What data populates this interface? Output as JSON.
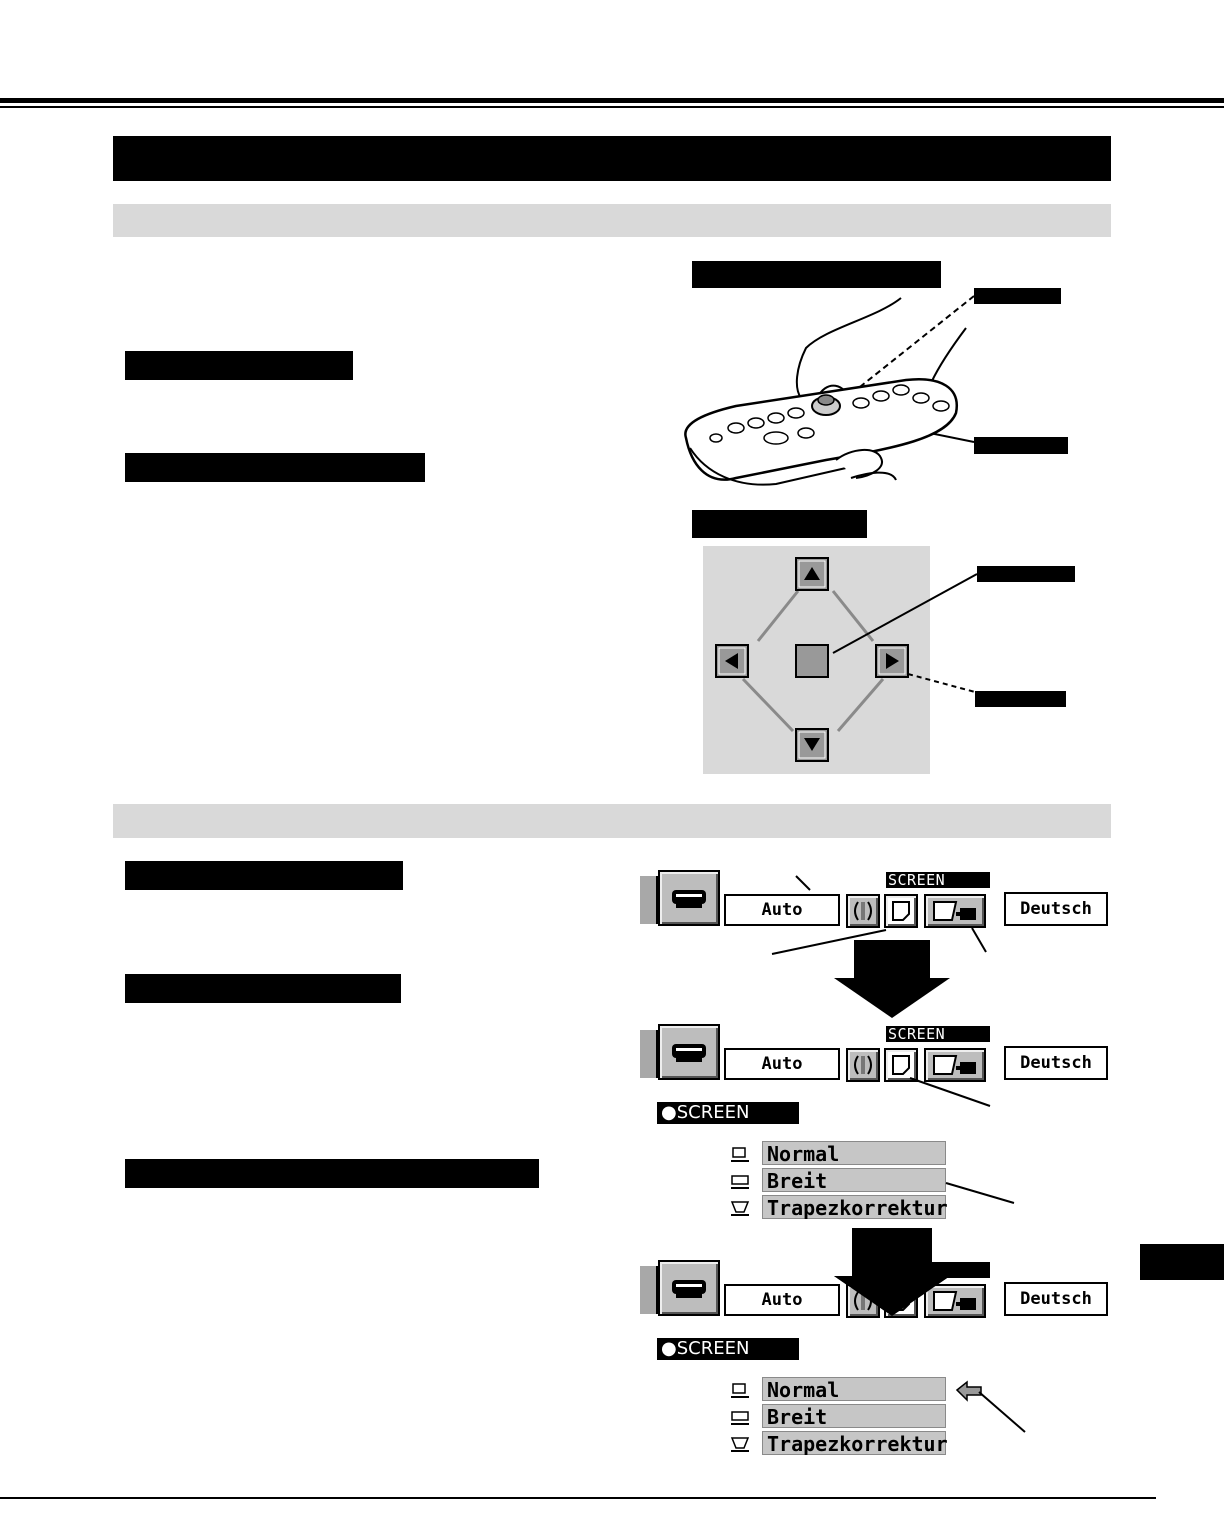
{
  "menu": {
    "screen_title": "SCREEN",
    "auto_label": "Auto",
    "language_label": "Deutsch",
    "submenu_title": "SCREEN",
    "options": [
      "Normal",
      "Breit",
      "Trapezkorrektur"
    ]
  },
  "colors": {
    "accent": "#000000",
    "section_band": "#d9d9d9",
    "pad_background": "#d9d9d9",
    "button_gray": "#999999"
  }
}
